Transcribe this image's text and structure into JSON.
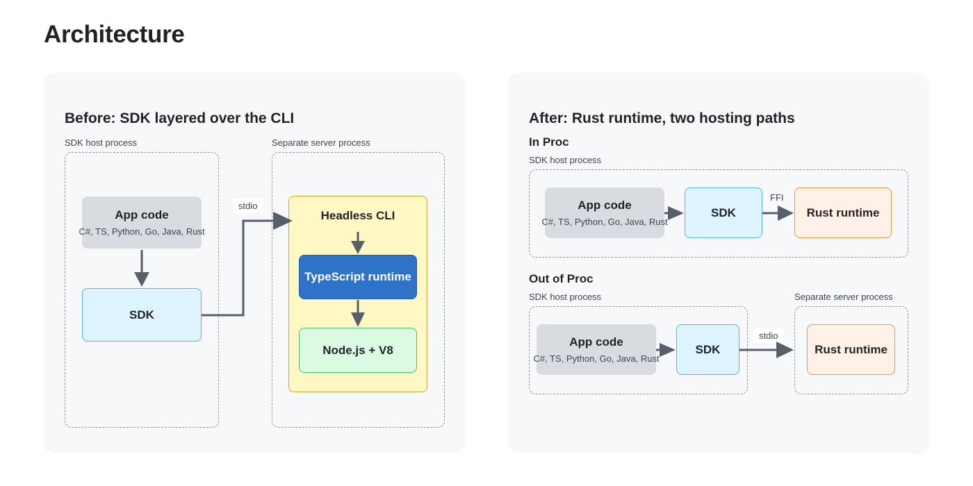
{
  "title": "Architecture",
  "before": {
    "title": "Before: SDK layered over the CLI",
    "host_label": "SDK host process",
    "server_label": "Separate server process",
    "app_code": {
      "title": "App code",
      "subtitle": "C#, TS, Python, Go, Java, Rust"
    },
    "sdk": "SDK",
    "stdio": "stdio",
    "headless_cli": "Headless CLI",
    "ts_runtime": "TypeScript runtime",
    "node_v8": "Node.js + V8"
  },
  "after": {
    "title": "After: Rust runtime, two hosting paths",
    "in_proc": {
      "title": "In Proc",
      "host_label": "SDK host process",
      "app_code": {
        "title": "App code",
        "subtitle": "C#, TS, Python, Go, Java, Rust"
      },
      "sdk": "SDK",
      "ffi": "FFI",
      "runtime": "Rust runtime"
    },
    "out_proc": {
      "title": "Out of Proc",
      "host_label": "SDK host process",
      "server_label": "Separate server process",
      "app_code": {
        "title": "App code",
        "subtitle": "C#, TS, Python, Go, Java, Rust"
      },
      "sdk": "SDK",
      "stdio": "stdio",
      "runtime": "Rust runtime"
    }
  },
  "colors": {
    "arrow": "#57606a",
    "gray_box": "#d8dbe0",
    "sdk_fill": "#ddf4ff",
    "rust_fill": "#fff1e5",
    "node_fill": "#dafbe1",
    "ts_fill": "#2f73c9",
    "cli_fill": "#fff8c5"
  }
}
